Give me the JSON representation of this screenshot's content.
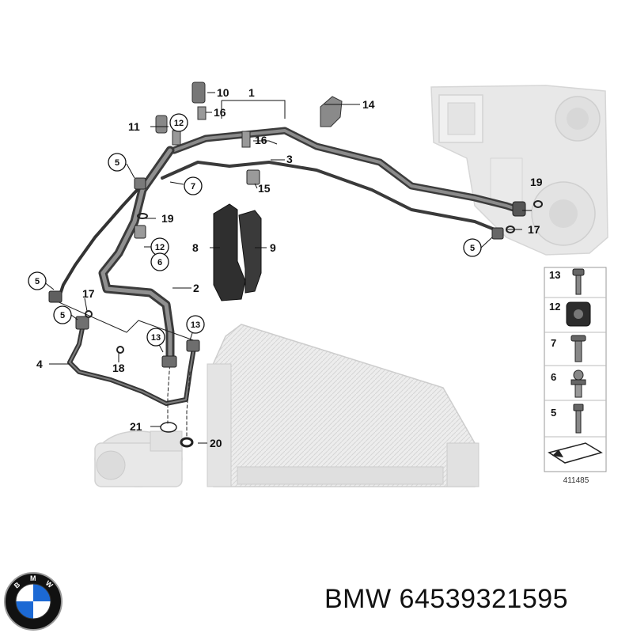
{
  "callouts": {
    "n1": "1",
    "n2": "2",
    "n3": "3",
    "n4": "4",
    "n5a": "5",
    "n5b": "5",
    "n5c": "5",
    "n5d": "5",
    "n6": "6",
    "n7": "7",
    "n8": "8",
    "n9": "9",
    "n10": "10",
    "n11": "11",
    "n12a": "12",
    "n12b": "12",
    "n13a": "13",
    "n13b": "13",
    "n14": "14",
    "n15": "15",
    "n16a": "16",
    "n16b": "16",
    "n17a": "17",
    "n17b": "17",
    "n18": "18",
    "n19a": "19",
    "n19b": "19",
    "n20": "20",
    "n21": "21"
  },
  "legend": {
    "items": [
      "13",
      "12",
      "7",
      "6",
      "5"
    ]
  },
  "diagram_number": "411485",
  "logo": {
    "letters": [
      "B",
      "M",
      "W"
    ],
    "colors": {
      "blue": "#1c69d4",
      "white": "#ffffff",
      "black": "#111111"
    }
  },
  "brand": {
    "name": "BMW",
    "part_number": "64539321595"
  }
}
